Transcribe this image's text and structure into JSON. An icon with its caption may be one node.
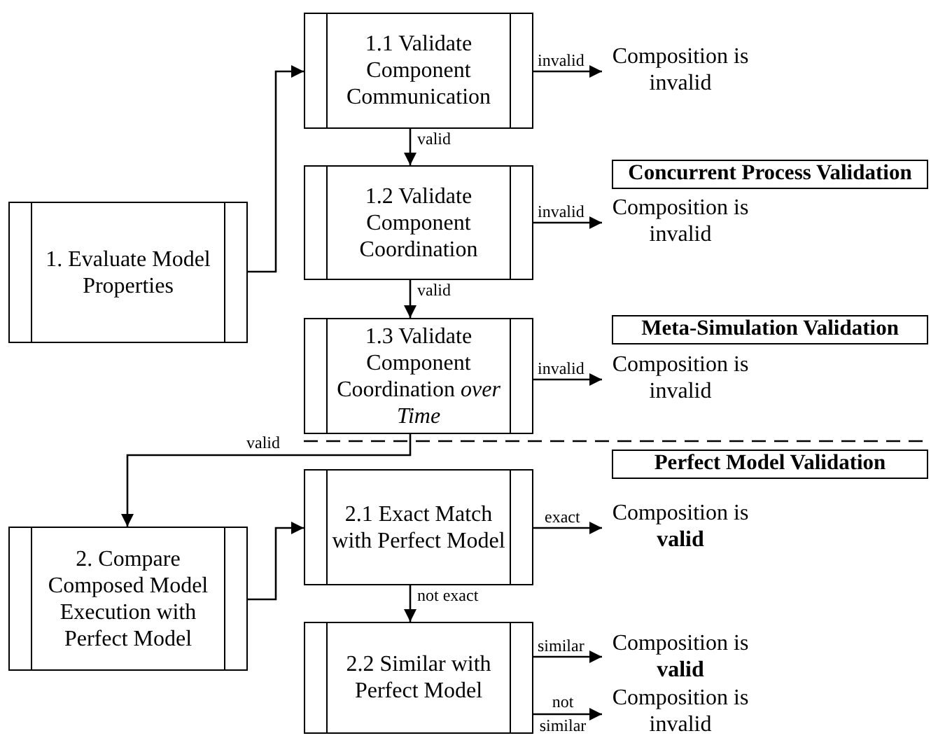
{
  "diagram": {
    "nodes": [
      {
        "text": [
          "1. Evaluate Model Properties"
        ]
      },
      {
        "text": [
          "1.1 Validate Component Communication"
        ]
      },
      {
        "text": [
          "Composition is invalid"
        ]
      },
      {
        "text": [
          "1.2 Validate Component Coordination"
        ]
      },
      {
        "text": [
          "Concurrent Process Validation"
        ]
      },
      {
        "text": [
          "Composition is invalid"
        ]
      },
      {
        "text": [
          "1.3 Validate Component Coordination *over Time*"
        ]
      },
      {
        "text": [
          "Meta-Simulation Validation"
        ]
      },
      {
        "text": [
          "Composition is invalid"
        ]
      },
      {
        "text": [
          "Perfect Model Validation"
        ]
      },
      {
        "text": [
          "2. Compare Composed Model Execution with Perfect Model"
        ]
      },
      {
        "text": [
          "2.1 Exact Match with Perfect Model"
        ]
      },
      {
        "text": [
          "Composition is **valid**"
        ]
      },
      {
        "text": [
          "2.2 Similar with Perfect Model"
        ]
      },
      {
        "text": [
          "Composition is **valid**"
        ]
      },
      {
        "text": [
          "Composition is invalid"
        ]
      }
    ],
    "edges": [
      {
        "from": 0,
        "to": 1,
        "arrow": "to"
      },
      {
        "from": 1,
        "to": 2,
        "arrow": "to",
        "label": "invalid"
      },
      {
        "from": 1,
        "to": 3,
        "arrow": "to",
        "label": "valid"
      },
      {
        "from": 3,
        "to": 5,
        "arrow": "to",
        "label": "invalid"
      },
      {
        "from": 3,
        "to": 6,
        "arrow": "to",
        "label": "valid"
      },
      {
        "from": 6,
        "to": 8,
        "arrow": "to",
        "label": "invalid"
      },
      {
        "from": 6,
        "to": 10,
        "arrow": "to",
        "label": "valid"
      },
      {
        "from": 10,
        "to": 11,
        "arrow": "to"
      },
      {
        "from": 11,
        "to": 12,
        "arrow": "to",
        "label": "exact"
      },
      {
        "from": 11,
        "to": 13,
        "arrow": "to",
        "label": "not exact"
      },
      {
        "from": 13,
        "to": 14,
        "arrow": "to",
        "label": "similar"
      },
      {
        "from": 13,
        "to": 15,
        "arrow": "to",
        "label": "not similar"
      }
    ]
  }
}
